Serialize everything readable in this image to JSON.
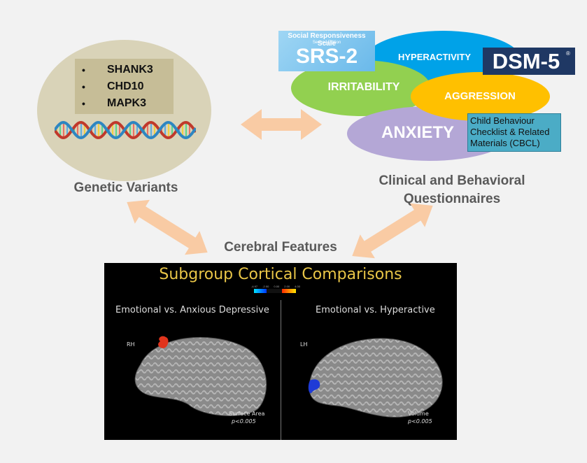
{
  "genetic": {
    "genes": [
      "SHANK3",
      "CHD10",
      "MAPK3"
    ],
    "label": "Genetic Variants"
  },
  "clinical": {
    "label_line1": "Clinical and Behavioral",
    "label_line2": "Questionnaires",
    "srs": {
      "subtitle": "Social Responsiveness Scale",
      "edition": "Second Edition",
      "title": "SRS-2"
    },
    "dsm": "DSM-5",
    "dsm_mark": "®",
    "traits": {
      "hyperactivity": "HYPERACTIVITY",
      "irritability": "IRRITABILITY",
      "aggression": "AGGRESSION",
      "anxiety": "ANXIETY"
    },
    "cbcl": [
      "Child Behaviour",
      "Checklist & Related",
      "Materials (CBCL)"
    ]
  },
  "cerebral": {
    "label": "Cerebral Features",
    "panel_title": "Subgroup Cortical Comparisons",
    "colorbar_ticks": [
      "-4.97",
      "-2.00",
      "0.00",
      "2.00",
      "4.00"
    ],
    "left": {
      "title": "Emotional vs. Anxious Depressive",
      "hemisphere": "RH",
      "measure": "Surface Area",
      "pvalue": "p<0.005"
    },
    "right": {
      "title": "Emotional vs. Hyperactive",
      "hemisphere": "LH",
      "measure": "Volume",
      "pvalue": "p<0.005"
    }
  },
  "colors": {
    "hyperactivity": "#00a2e8",
    "irritability": "#92d050",
    "aggression": "#ffc000",
    "anxiety": "#b4a7d6",
    "dsm_bg": "#1f3864",
    "cbcl_bg": "#4bacc6",
    "arrow": "#f9cba4"
  }
}
